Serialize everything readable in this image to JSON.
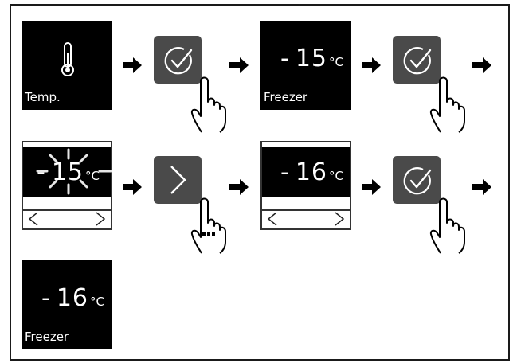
{
  "steps": {
    "temp_panel": {
      "label": "Temp.",
      "icon": "thermometer-icon"
    },
    "freezer_panel_1": {
      "value_sign": "-",
      "value": "15",
      "unit": "°C",
      "label": "Freezer"
    },
    "blink_panel": {
      "value_sign": "-",
      "value": "15",
      "unit": "°C"
    },
    "set_panel": {
      "value_sign": "-",
      "value": "16",
      "unit": "°C"
    },
    "freezer_panel_2": {
      "value_sign": "-",
      "value": "16",
      "unit": "°C",
      "label": "Freezer"
    }
  },
  "icons": [
    "thermometer-icon",
    "check-circle-icon",
    "chevron-right-icon",
    "chevron-left-icon",
    "hand-pointer-icon",
    "arrow-right-icon"
  ],
  "colors": {
    "panel": "#000000",
    "button": "#4a4a4a",
    "arrow": "#000000"
  }
}
